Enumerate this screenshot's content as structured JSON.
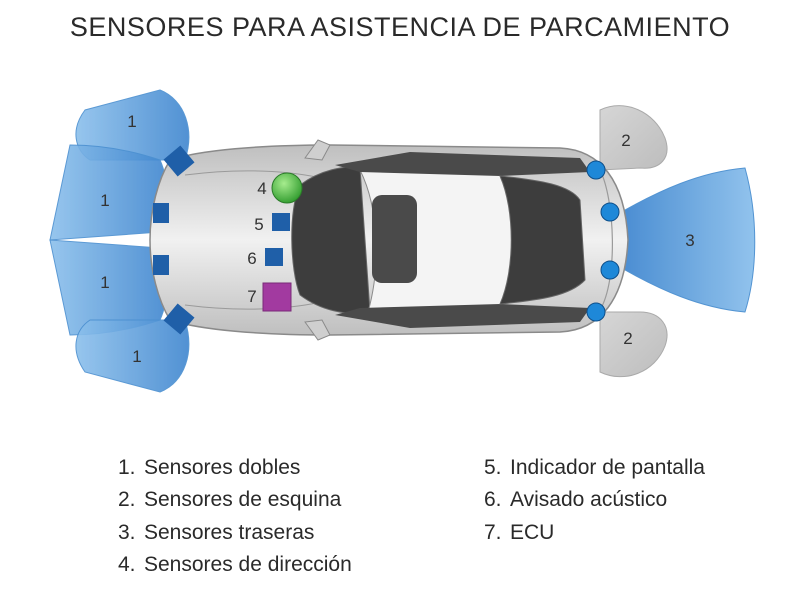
{
  "title": "SENSORES PARA ASISTENCIA DE PARCAMIENTO",
  "zones": {
    "front_sensor_number": "1",
    "corner_sensor_number": "2",
    "rear_sensor_number": "3"
  },
  "component_markers": [
    "4",
    "5",
    "6",
    "7"
  ],
  "colors": {
    "zone_fill": "#5a9bd8",
    "corner_zone_fill": "#c8c8c8",
    "sensor_blue": "#1f5fa8",
    "indicator_green": "#3ea83a",
    "ecu_purple": "#a23aa0",
    "car_body": "#d9d9d9"
  },
  "legend": {
    "left": [
      {
        "num": "1.",
        "label": "Sensores dobles"
      },
      {
        "num": "2.",
        "label": "Sensores de esquina"
      },
      {
        "num": "3.",
        "label": "Sensores traseras"
      },
      {
        "num": "4.",
        "label": "Sensores de dirección"
      }
    ],
    "right": [
      {
        "num": "5.",
        "label": "Indicador de pantalla"
      },
      {
        "num": "6.",
        "label": "Avisado acústico"
      },
      {
        "num": "7.",
        "label": "ECU"
      }
    ]
  }
}
